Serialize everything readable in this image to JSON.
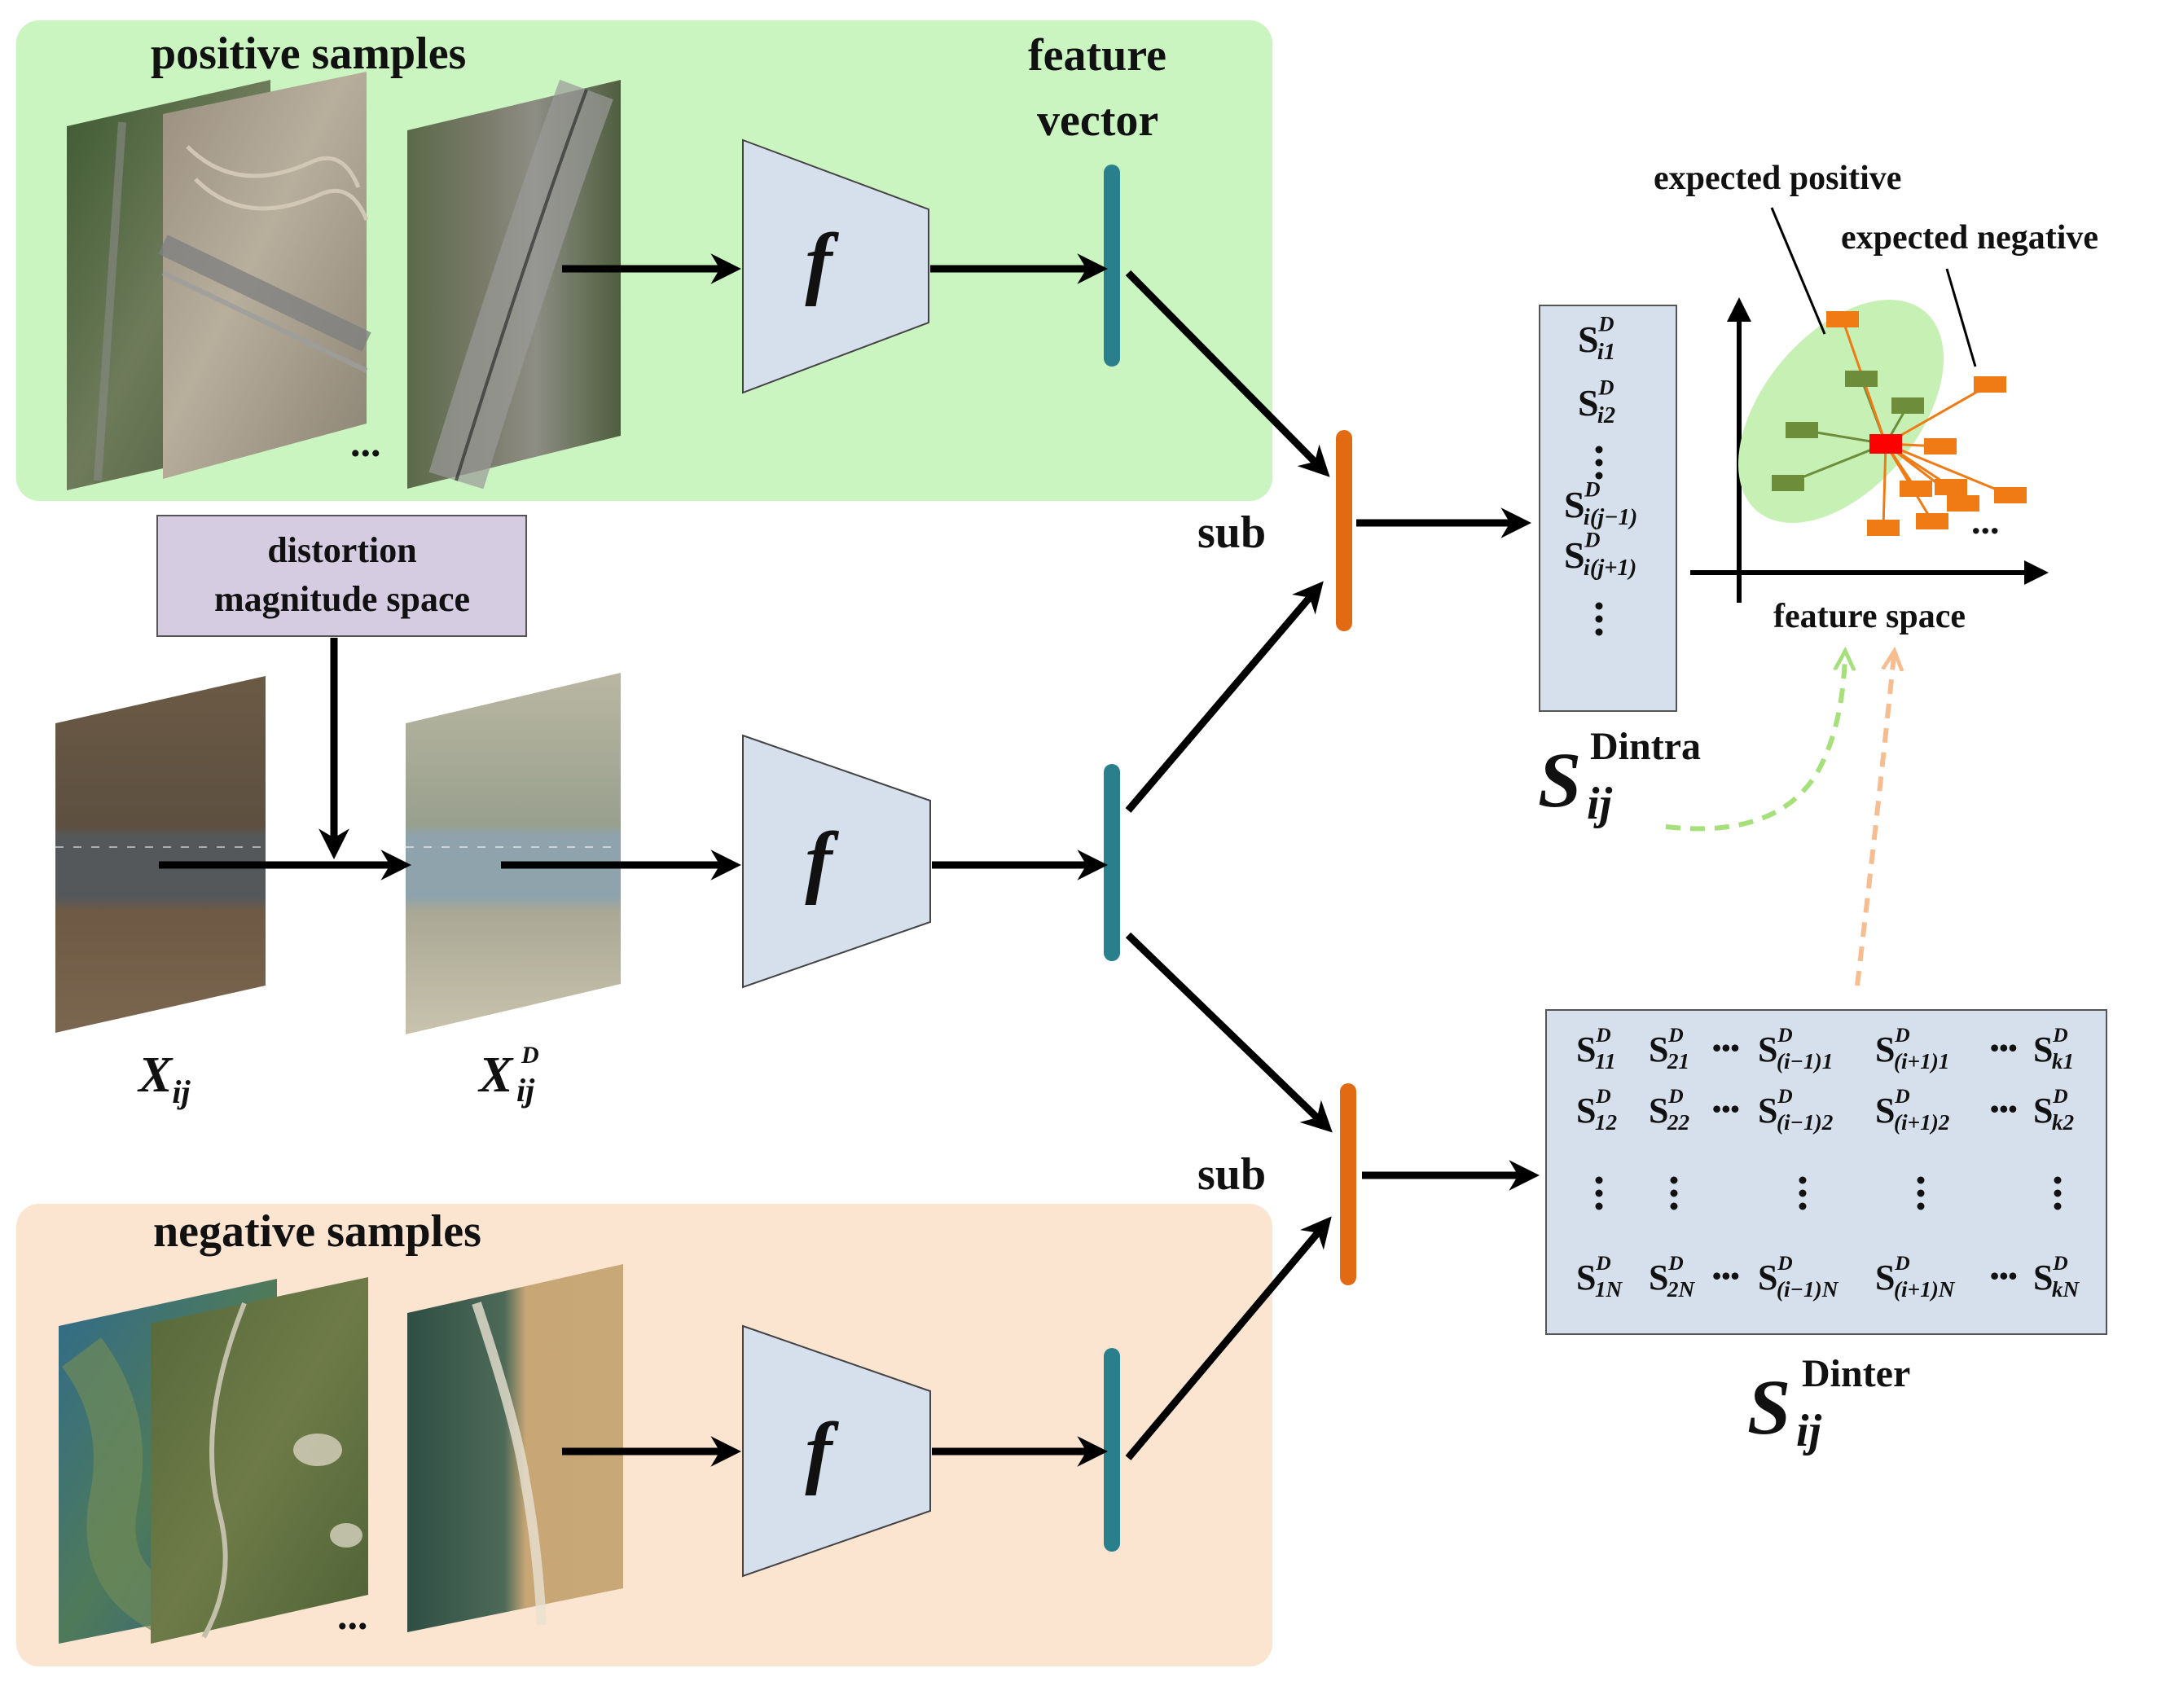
{
  "panels": {
    "positive": {
      "title": "positive samples",
      "ellipsis": "..."
    },
    "negative": {
      "title": "negative samples",
      "ellipsis": "..."
    }
  },
  "labels": {
    "feature_vector_line1": "feature",
    "feature_vector_line2": "vector",
    "distortion_line1": "distortion",
    "distortion_line2": "magnitude space",
    "encoder": "f",
    "sub_top": "sub",
    "sub_bottom": "sub",
    "x_ij_base": "X",
    "x_ij_sub": "ij",
    "xd_ij_base": "X",
    "xd_ij_sub": "ij",
    "xd_ij_sup": "D",
    "expected_positive": "expected positive",
    "expected_negative": "expected negative",
    "feature_space": "feature space",
    "feature_space_ellipsis": "..."
  },
  "intra": {
    "symbol_base": "S",
    "symbol_sub": "ij",
    "symbol_sup": "Dintra",
    "entries": [
      {
        "base": "S",
        "sup": "D",
        "sub": "i1"
      },
      {
        "base": "S",
        "sup": "D",
        "sub": "i2"
      },
      {
        "base": "S",
        "sup": "D",
        "sub": "i(j−1)"
      },
      {
        "base": "S",
        "sup": "D",
        "sub": "i(j+1)"
      }
    ]
  },
  "inter": {
    "symbol_base": "S",
    "symbol_sub": "ij",
    "symbol_sup": "Dinter",
    "row1": [
      {
        "base": "S",
        "sup": "D",
        "sub": "11"
      },
      {
        "base": "S",
        "sup": "D",
        "sub": "21"
      },
      {
        "base": "S",
        "sup": "D",
        "sub": "(i−1)1"
      },
      {
        "base": "S",
        "sup": "D",
        "sub": "(i+1)1"
      },
      {
        "base": "S",
        "sup": "D",
        "sub": "k1"
      }
    ],
    "row2": [
      {
        "base": "S",
        "sup": "D",
        "sub": "12"
      },
      {
        "base": "S",
        "sup": "D",
        "sub": "22"
      },
      {
        "base": "S",
        "sup": "D",
        "sub": "(i−1)2"
      },
      {
        "base": "S",
        "sup": "D",
        "sub": "(i+1)2"
      },
      {
        "base": "S",
        "sup": "D",
        "sub": "k2"
      }
    ],
    "row3": [
      {
        "base": "S",
        "sup": "D",
        "sub": "1N"
      },
      {
        "base": "S",
        "sup": "D",
        "sub": "2N"
      },
      {
        "base": "S",
        "sup": "D",
        "sub": "(i−1)N"
      },
      {
        "base": "S",
        "sup": "D",
        "sub": "(i+1)N"
      },
      {
        "base": "S",
        "sup": "D",
        "sub": "kN"
      }
    ],
    "dots": "•••"
  },
  "colors": {
    "positive_bg": "#cbf5c0",
    "negative_bg": "#fbe4d0",
    "encoder_fill": "#d6dfec",
    "matrix_fill": "#d6dfec",
    "distortion_fill": "#d5cce2",
    "feature_vector": "#2a7f8c",
    "sub_bar": "#e26a12",
    "expected_positive_mark": "#6e8d3b",
    "expected_negative_mark": "#f07a14",
    "anchor_mark": "#ff0000",
    "green_dashed": "#a6e07a",
    "orange_dashed": "#f6be90"
  }
}
